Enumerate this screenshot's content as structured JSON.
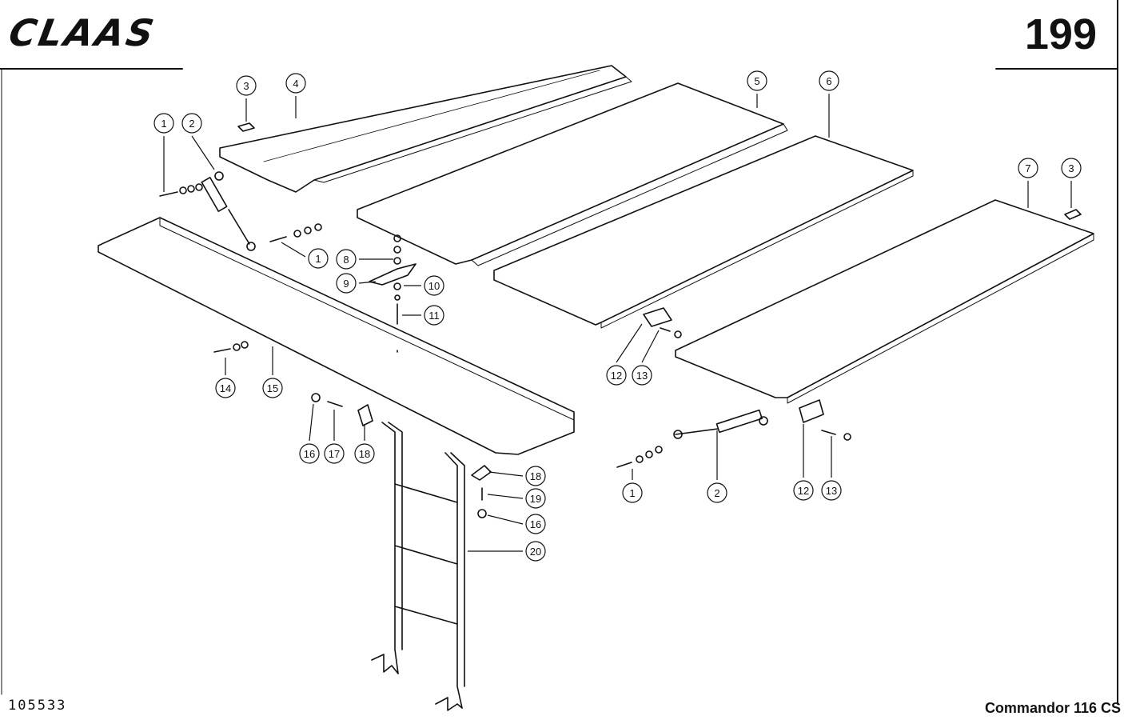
{
  "header": {
    "brand": "CLAAS",
    "page_number": "199"
  },
  "footer": {
    "document_number": "105533",
    "model": "Commandor 116 CS"
  },
  "callouts": [
    "1",
    "2",
    "3",
    "4",
    "5",
    "6",
    "7",
    "8",
    "9",
    "10",
    "11",
    "12",
    "13",
    "14",
    "15",
    "16",
    "17",
    "18",
    "19",
    "20"
  ]
}
